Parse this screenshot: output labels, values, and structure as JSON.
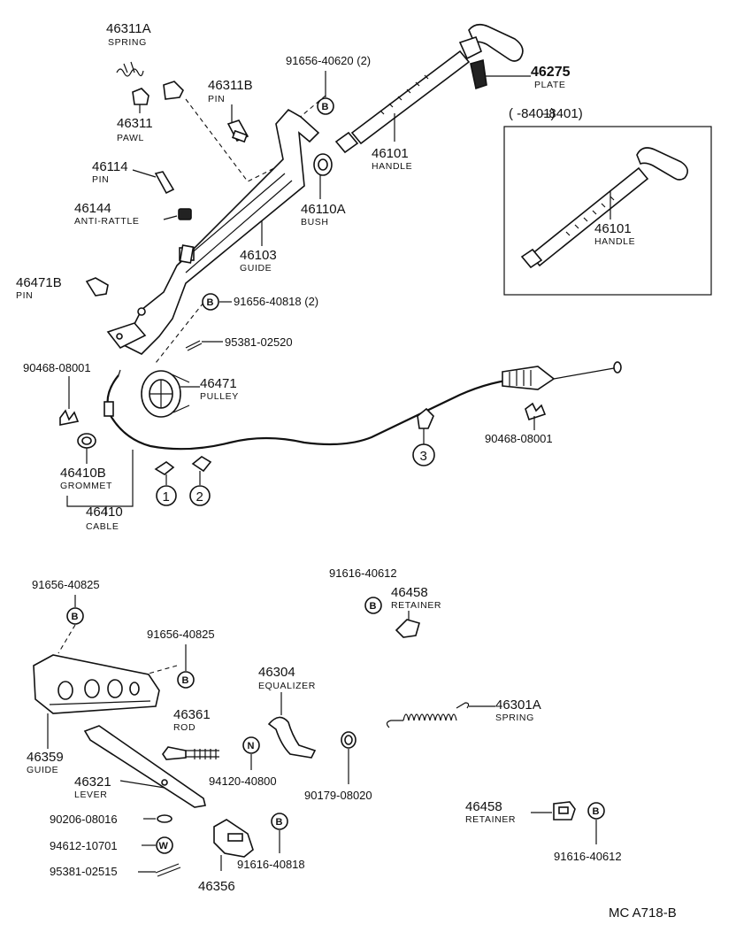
{
  "parts": {
    "spring_46311a": {
      "number": "46311A",
      "name": "SPRING"
    },
    "pawl_46311": {
      "number": "46311",
      "name": "PAWL"
    },
    "pin_46311b": {
      "number": "46311B",
      "name": "PIN"
    },
    "bolt_91656_40620": {
      "number": "91656-40620 (2)"
    },
    "plate_46275": {
      "number": "46275",
      "name": "PLATE"
    },
    "handle_46101": {
      "number": "46101",
      "name": "HANDLE"
    },
    "handle_46101_alt": {
      "number": "46101",
      "name": "HANDLE",
      "range": "(     -8401)"
    },
    "pin_46114": {
      "number": "46114",
      "name": "PIN"
    },
    "antirattle_46144": {
      "number": "46144",
      "name": "ANTI-RATTLE"
    },
    "bush_46110a": {
      "number": "46110A",
      "name": "BUSH"
    },
    "guide_46103": {
      "number": "46103",
      "name": "GUIDE"
    },
    "pin_46471b": {
      "number": "46471B",
      "name": "PIN"
    },
    "bolt_91656_40818": {
      "number": "91656-40818 (2)"
    },
    "cotter_95381_02520": {
      "number": "95381-02520"
    },
    "clip_90468_left": {
      "number": "90468-08001"
    },
    "pulley_46471": {
      "number": "46471",
      "name": "PULLEY"
    },
    "clip_90468_right": {
      "number": "90468-08001"
    },
    "grommet_46410b": {
      "number": "46410B",
      "name": "GROMMET"
    },
    "cable_46410": {
      "number": "46410",
      "name": "CABLE"
    },
    "bolt_91656_40825_a": {
      "number": "91656-40825"
    },
    "bolt_91656_40825_b": {
      "number": "91656-40825"
    },
    "bolt_91616_40612_top": {
      "number": "91616-40612"
    },
    "retainer_46458_top": {
      "number": "46458",
      "name": "RETAINER"
    },
    "equalizer_46304": {
      "number": "46304",
      "name": "EQUALIZER"
    },
    "spring_46301a": {
      "number": "46301A",
      "name": "SPRING"
    },
    "rod_46361": {
      "number": "46361",
      "name": "ROD"
    },
    "guide_46359": {
      "number": "46359",
      "name": "GUIDE"
    },
    "lever_46321": {
      "number": "46321",
      "name": "LEVER"
    },
    "nut_94120_40800": {
      "number": "94120-40800"
    },
    "bush_90179_08020": {
      "number": "90179-08020"
    },
    "washer_90206_08016": {
      "number": "90206-08016"
    },
    "washer_94612_10701": {
      "number": "94612-10701"
    },
    "cotter_95381_02515": {
      "number": "95381-02515"
    },
    "bracket_46356": {
      "number": "46356"
    },
    "bolt_91616_40818": {
      "number": "91616-40818"
    },
    "retainer_46458_bottom": {
      "number": "46458",
      "name": "RETAINER"
    },
    "bolt_91616_40612_bottom": {
      "number": "91616-40612"
    }
  },
  "callouts": {
    "b": "B",
    "n": "N",
    "w": "W",
    "c1": "1",
    "c2": "2",
    "c3": "3"
  },
  "footer": {
    "code": "MC  A718-B"
  }
}
